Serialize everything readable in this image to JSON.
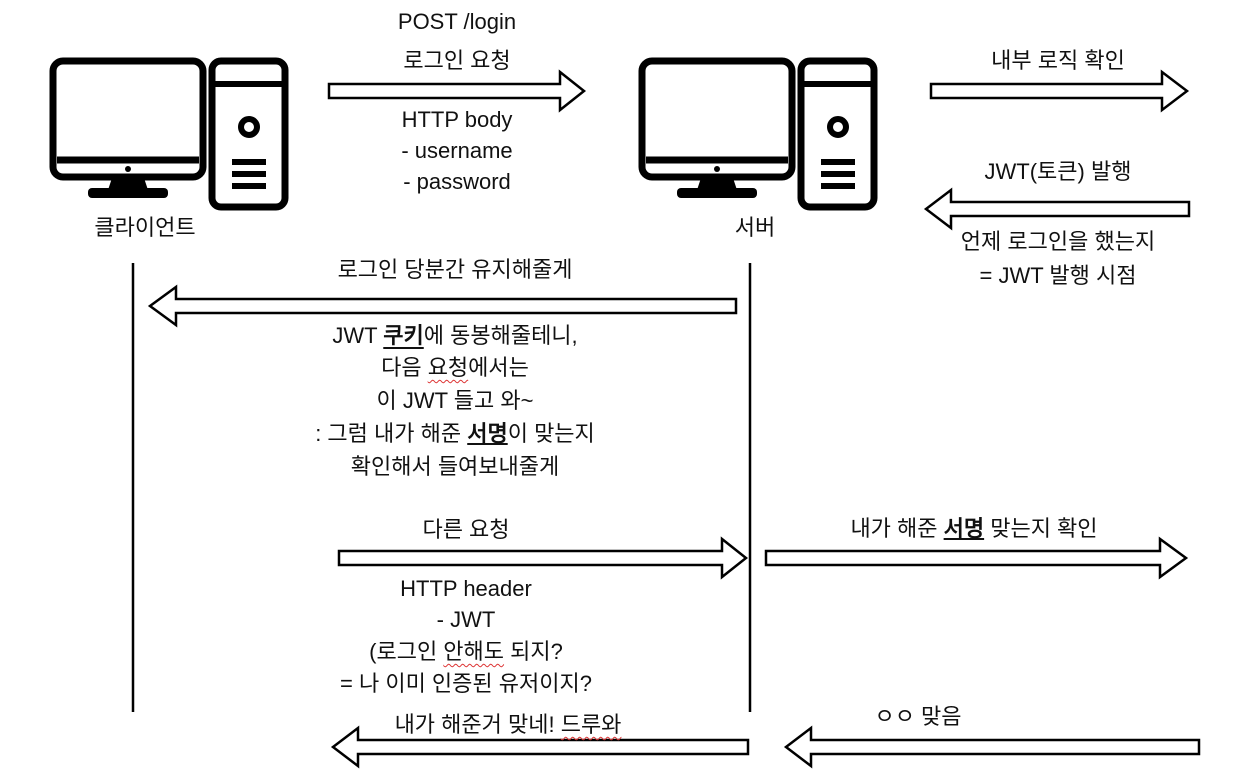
{
  "nodes": {
    "client": {
      "label": "클라이언트"
    },
    "server": {
      "label": "서버"
    }
  },
  "login": {
    "method": "POST /login",
    "desc": "로그인 요청",
    "body_title": "HTTP body",
    "body_items": [
      "- username",
      "- password"
    ]
  },
  "server_internal": {
    "check": "내부 로직 확인",
    "issue": "JWT(토큰) 발행",
    "note_line1": "언제 로그인을 했는지",
    "note_line2": "= JWT 발행 시점"
  },
  "response": {
    "title": "로그인 당분간 유지해줄게",
    "l1_a": "JWT ",
    "l1_b": "쿠키",
    "l1_c": "에 동봉해줄테니,",
    "l2_a": "다음 ",
    "l2_b": "요청",
    "l2_c": "에서는",
    "l3": "이 JWT 들고 와~",
    "l4_a": ": 그럼 내가 해준 ",
    "l4_b": "서명",
    "l4_c": "이 맞는지",
    "l5": "확인해서 들여보내줄게"
  },
  "next_request": {
    "title": "다른 요청",
    "header": "HTTP header",
    "jwt": "- JWT",
    "q1_a": "(로그인 ",
    "q1_b": "안해도",
    "q1_c": " 되지?",
    "q2": "= 나 이미 인증된 유저이지?"
  },
  "verify": {
    "a": "내가 해준 ",
    "b": "서명",
    "c": " 맞는지 확인"
  },
  "verify_result": "ㅇㅇ 맞음",
  "final": {
    "a": "내가 해준거 맞네! ",
    "b": "드루와"
  }
}
